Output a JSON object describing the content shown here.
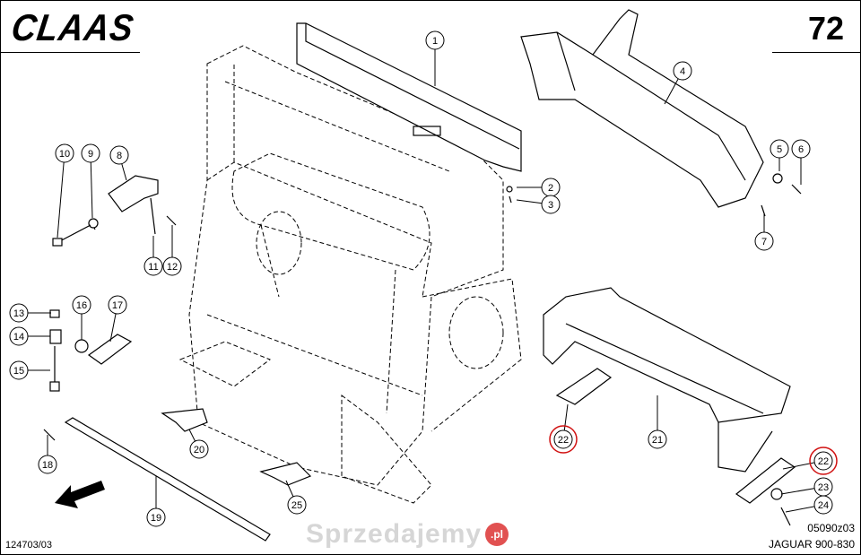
{
  "header": {
    "brand": "CLAAS",
    "page_number": "72"
  },
  "footer": {
    "drawing_ref": "124703/03",
    "image_code": "05090z03",
    "model": "JAGUAR 900-830"
  },
  "watermark": {
    "text": "Sprzedajemy",
    "badge": ".pl"
  },
  "callouts": [
    "1",
    "2",
    "3",
    "4",
    "5",
    "6",
    "7",
    "8",
    "9",
    "10",
    "11",
    "12",
    "13",
    "14",
    "15",
    "16",
    "17",
    "18",
    "19",
    "20",
    "21",
    "22",
    "22",
    "23",
    "24",
    "25"
  ],
  "highlighted_callouts": [
    21,
    22
  ],
  "colors": {
    "line": "#000000",
    "highlight": "#d01010"
  }
}
